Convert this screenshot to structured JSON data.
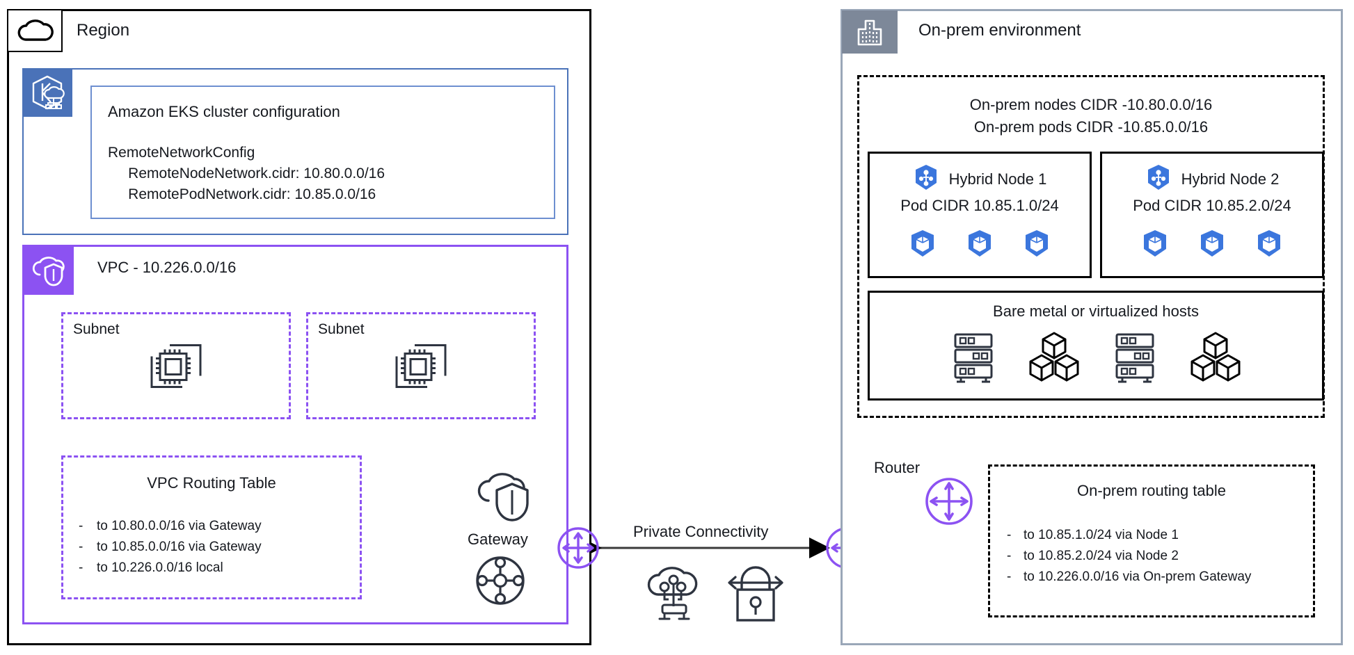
{
  "region": {
    "title": "Region",
    "icon": "cloud-icon"
  },
  "eks": {
    "title": "Amazon EKS cluster configuration",
    "icon": "amazon-eks-icon",
    "config": "RemoteNetworkConfig\n     RemoteNodeNetwork.cidr: 10.80.0.0/16\n     RemotePodNetwork.cidr: 10.85.0.0/16"
  },
  "vpc": {
    "title": "VPC - 10.226.0.0/16",
    "icon": "vpc-cloud-shield-icon",
    "subnets": [
      {
        "label": "Subnet",
        "icon": "ec2-instances-icon"
      },
      {
        "label": "Subnet",
        "icon": "ec2-instances-icon"
      }
    ],
    "routing_table": {
      "title": "VPC Routing Table",
      "bullet": "-",
      "routes": [
        "to 10.80.0.0/16 via Gateway",
        "to 10.85.0.0/16 via Gateway",
        "to 10.226.0.0/16 local"
      ]
    },
    "gateway": {
      "label": "Gateway",
      "top_icon": "cloud-shield-icon",
      "bottom_icon": "transit-gateway-icon"
    }
  },
  "connectivity": {
    "label": "Private Connectivity",
    "direct_connect_icon": "direct-connect-icon",
    "vpn_icon": "vpn-lock-icon",
    "aws_gateway_icon": "gateway-router-icon",
    "onprem_gateway_icon": "gateway-router-icon"
  },
  "onprem": {
    "title": "On-prem environment",
    "icon": "building-icon",
    "cidr_lines": "On-prem nodes CIDR -10.80.0.0/16\nOn-prem pods CIDR -10.85.0.0/16",
    "nodes": [
      {
        "name": "Hybrid Node 1",
        "icon": "kubernetes-node-icon",
        "cidr": "Pod CIDR 10.85.1.0/24",
        "pods": [
          "pod-icon",
          "pod-icon",
          "pod-icon"
        ]
      },
      {
        "name": "Hybrid Node 2",
        "icon": "kubernetes-node-icon",
        "cidr": "Pod CIDR 10.85.2.0/24",
        "pods": [
          "pod-icon",
          "pod-icon",
          "pod-icon"
        ]
      }
    ],
    "bare_metal": {
      "title": "Bare metal or virtualized hosts",
      "icons": [
        "server-rack-icon",
        "container-cubes-icon",
        "server-rack-icon",
        "container-cubes-icon"
      ]
    },
    "router": {
      "label": "Router",
      "icon": "router-icon"
    },
    "gateway_label": "On-prem\nGateway",
    "routing_table": {
      "title": "On-prem routing table",
      "bullet": "-",
      "routes": [
        "to 10.85.1.0/24 via Node 1",
        "to 10.85.2.0/24 via Node 2",
        "to 10.226.0.0/16 via On-prem Gateway"
      ]
    }
  },
  "colors": {
    "eks_blue": "#4a72b8",
    "vpc_purple": "#8c52f2",
    "onprem_gray": "#7d8899",
    "k8s_blue": "#3b76dd",
    "ink": "#2e3440"
  }
}
